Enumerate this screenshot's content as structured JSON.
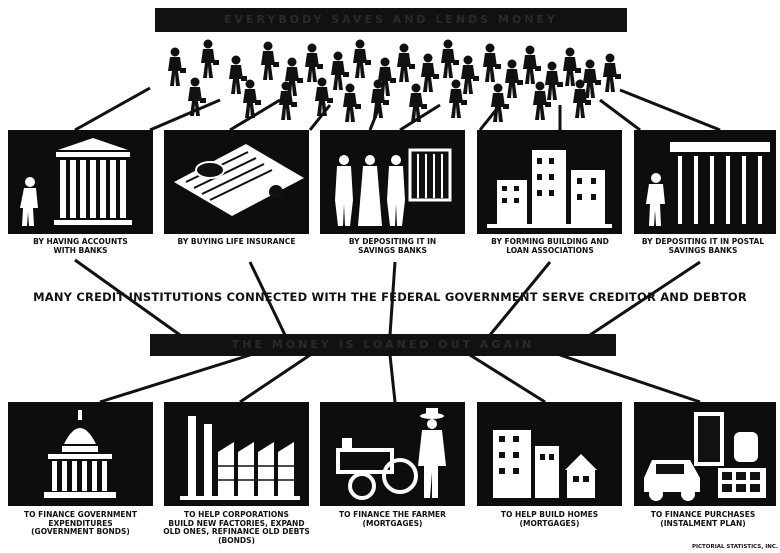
{
  "top_banner": "EVERYBODY SAVES AND LENDS MONEY",
  "middle_banner": "THE MONEY IS LOANED OUT AGAIN",
  "connector_text": "MANY CREDIT INSTITUTIONS CONNECTED WITH THE FEDERAL GOVERNMENT SERVE CREDITOR AND DEBTOR",
  "saving_methods": [
    {
      "label": "BY HAVING ACCOUNTS\nWITH BANKS",
      "icon": "bank-building-icon"
    },
    {
      "label": "BY BUYING LIFE INSURANCE",
      "icon": "insurance-policy-icon"
    },
    {
      "label": "BY DEPOSITING IT IN\nSAVINGS BANKS",
      "icon": "savings-bank-icon"
    },
    {
      "label": "BY FORMING BUILDING AND\nLOAN ASSOCIATIONS",
      "icon": "city-buildings-icon"
    },
    {
      "label": "BY DEPOSITING IT IN POSTAL\nSAVINGS BANKS",
      "icon": "post-office-icon"
    }
  ],
  "lending_uses": [
    {
      "label": "TO FINANCE GOVERNMENT\nEXPENDITURES\n(GOVERNMENT BONDS)",
      "icon": "capitol-icon"
    },
    {
      "label": "TO HELP CORPORATIONS\nBUILD NEW FACTORIES, EXPAND\nOLD ONES, REFINANCE OLD DEBTS\n(BONDS)",
      "icon": "factory-icon"
    },
    {
      "label": "TO FINANCE THE FARMER\n(MORTGAGES)",
      "icon": "farmer-tractor-icon"
    },
    {
      "label": "TO HELP BUILD HOMES\n(MORTGAGES)",
      "icon": "homes-icon"
    },
    {
      "label": "TO FINANCE PURCHASES\n(INSTALMENT PLAN)",
      "icon": "car-appliances-icon"
    }
  ],
  "credit": "PICTORIAL STATISTICS, INC.",
  "crowd_icon": "crowd-of-people-icon"
}
